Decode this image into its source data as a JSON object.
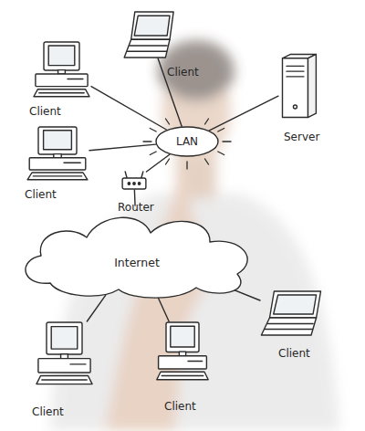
{
  "diagram": {
    "nodes": [
      {
        "text": [
          "Client"
        ]
      },
      {
        "text": [
          "Client"
        ]
      },
      {
        "text": [
          "Server"
        ]
      },
      {
        "text": [
          "LAN"
        ]
      },
      {
        "text": [
          "Client"
        ]
      },
      {
        "text": [
          "Router"
        ]
      },
      {
        "text": [
          "Internet"
        ]
      },
      {
        "text": [
          "Client"
        ]
      },
      {
        "text": [
          "Client"
        ]
      },
      {
        "text": [
          "Client"
        ]
      }
    ],
    "edges": [
      {
        "from": 3,
        "to": 0,
        "arrow": "none"
      },
      {
        "from": 3,
        "to": 1,
        "arrow": "none"
      },
      {
        "from": 3,
        "to": 2,
        "arrow": "none"
      },
      {
        "from": 3,
        "to": 4,
        "arrow": "none"
      },
      {
        "from": 3,
        "to": 5,
        "arrow": "none"
      },
      {
        "from": 5,
        "to": 6,
        "arrow": "none"
      },
      {
        "from": 6,
        "to": 7,
        "arrow": "none"
      },
      {
        "from": 6,
        "to": 8,
        "arrow": "none"
      },
      {
        "from": 6,
        "to": 9,
        "arrow": "none"
      }
    ]
  }
}
